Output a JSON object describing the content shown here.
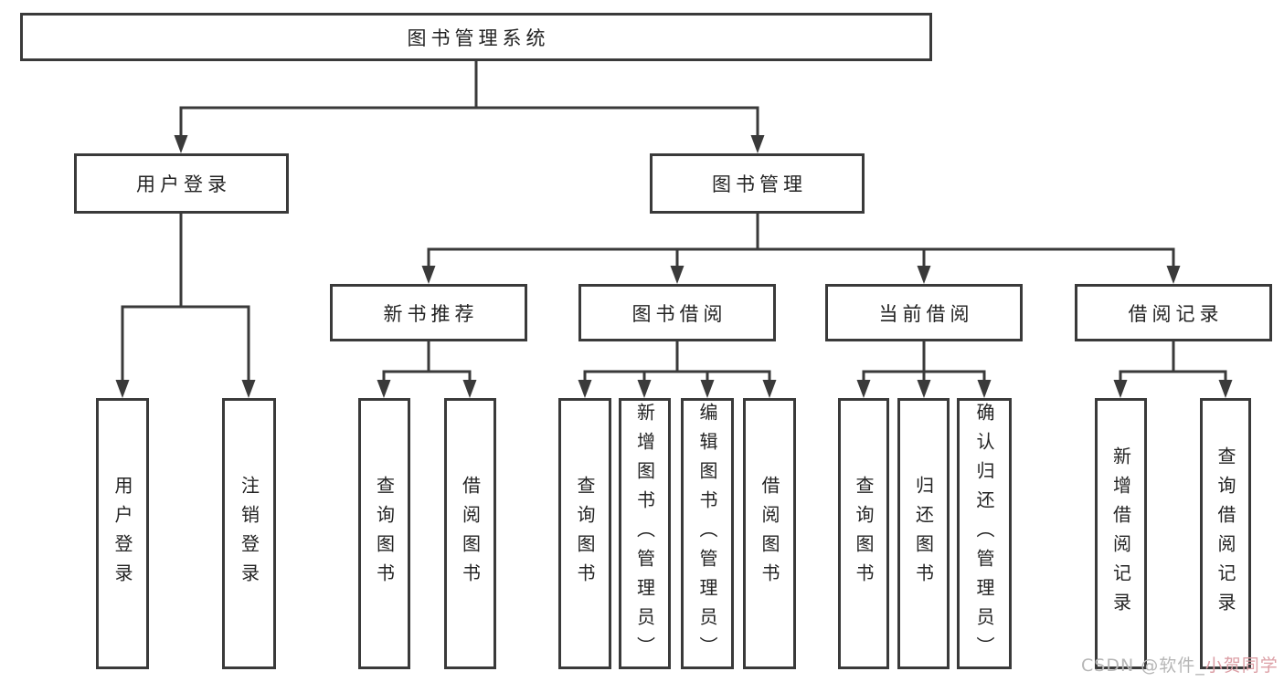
{
  "tree": {
    "label": "图书管理系统",
    "children": [
      {
        "label": "用户登录",
        "children": [
          {
            "label": "用户登录"
          },
          {
            "label": "注销登录"
          }
        ]
      },
      {
        "label": "图书管理",
        "children": [
          {
            "label": "新书推荐",
            "children": [
              {
                "label": "查询图书"
              },
              {
                "label": "借阅图书"
              }
            ]
          },
          {
            "label": "图书借阅",
            "children": [
              {
                "label": "查询图书"
              },
              {
                "label": "新增图书（管理员）"
              },
              {
                "label": "编辑图书（管理员）"
              },
              {
                "label": "借阅图书"
              }
            ]
          },
          {
            "label": "当前借阅",
            "children": [
              {
                "label": "查询图书"
              },
              {
                "label": "归还图书"
              },
              {
                "label": "确认归还（管理员）"
              }
            ]
          },
          {
            "label": "借阅记录",
            "children": [
              {
                "label": "新增借阅记录"
              },
              {
                "label": "查询借阅记录"
              }
            ]
          }
        ]
      }
    ]
  },
  "watermark": {
    "prefix": "CSDN @软件_",
    "suffix": "小贺同学"
  },
  "colors": {
    "line": "#3a3a3a",
    "box_border": "#3a3a3a",
    "text": "#232323",
    "watermark_grey": "#b6b6b6",
    "watermark_pink": "#dc9fa6",
    "background": "#ffffff"
  }
}
